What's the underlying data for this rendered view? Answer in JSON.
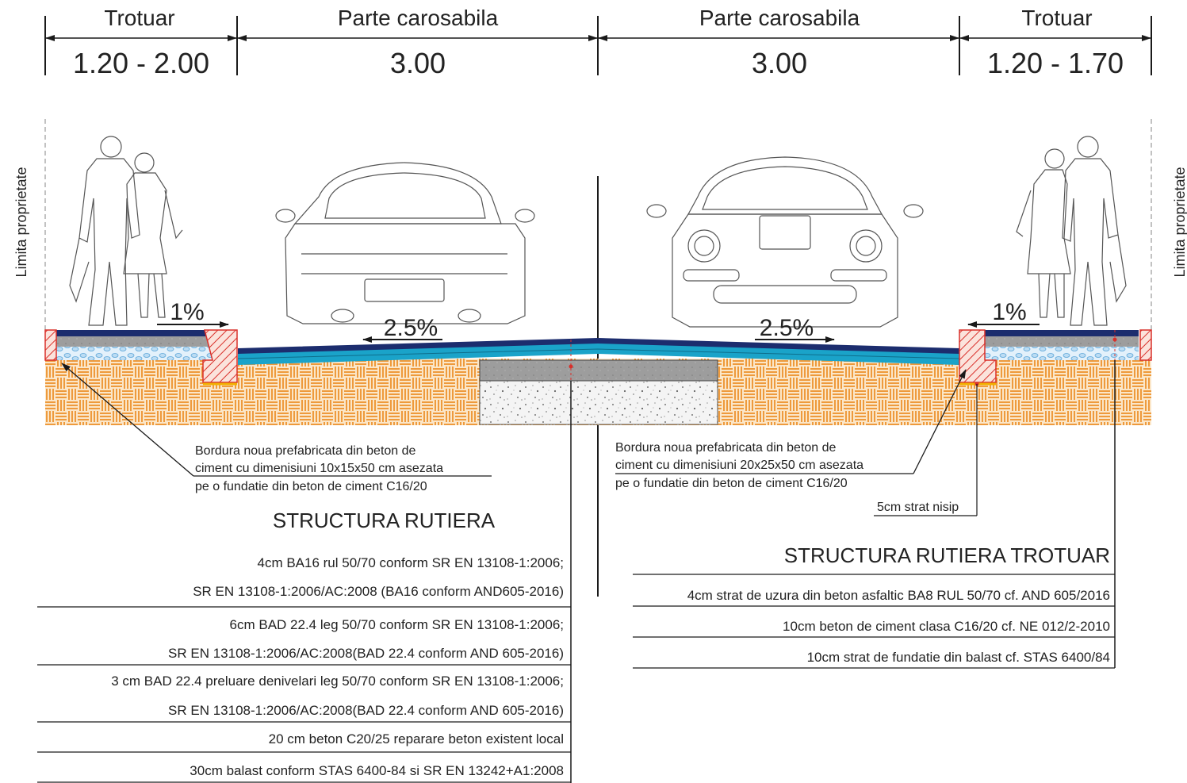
{
  "dimensions": [
    {
      "label": "Trotuar",
      "value": "1.20 - 2.00"
    },
    {
      "label": "Parte carosabila",
      "value": "3.00"
    },
    {
      "label": "Parte carosabila",
      "value": "3.00"
    },
    {
      "label": "Trotuar",
      "value": "1.20 - 1.70"
    }
  ],
  "property_limit": {
    "left": "Limita proprietate",
    "right": "Limita proprietate"
  },
  "slopes": {
    "left_sidewalk": "1%",
    "left_road": "2.5%",
    "right_road": "2.5%",
    "right_sidewalk": "1%"
  },
  "curb_notes": {
    "left": [
      "Bordura noua prefabricata din beton de",
      "ciment cu dimenisiuni 10x15x50 cm asezata",
      "pe o fundatie din beton de ciment C16/20"
    ],
    "right": [
      "Bordura noua prefabricata din beton de",
      "ciment cu dimenisiuni 20x25x50 cm asezata",
      "pe o fundatie din beton de ciment C16/20"
    ],
    "sand": "5cm strat nisip"
  },
  "road_structure": {
    "title": "STRUCTURA RUTIERA",
    "layers": [
      "4cm BA16 rul 50/70 conform SR EN 13108-1:2006;",
      "SR EN 13108-1:2006/AC:2008 (BA16 conform AND605-2016)",
      "6cm BAD 22.4 leg 50/70 conform SR EN 13108-1:2006;",
      "SR EN 13108-1:2006/AC:2008(BAD 22.4 conform AND 605-2016)",
      "3 cm BAD 22.4 preluare denivelari leg 50/70 conform SR EN 13108-1:2006;",
      "SR EN 13108-1:2006/AC:2008(BAD 22.4 conform AND 605-2016)",
      "20 cm beton C20/25 reparare beton existent local",
      "30cm balast conform STAS 6400-84 si SR EN 13242+A1:2008"
    ]
  },
  "sidewalk_structure": {
    "title": "STRUCTURA RUTIERA TROTUAR",
    "layers": [
      "4cm strat de uzura din beton asfaltic BA8 RUL 50/70 cf. AND 605/2016",
      "10cm beton de ciment clasa C16/20 cf. NE 012/2-2010",
      "10cm strat de fundatie din balast cf. STAS 6400/84"
    ]
  },
  "colors": {
    "asphalt_top": "#1c2d6e",
    "asphalt_base": "#1aa3c9",
    "concrete": "#9a9a9a",
    "ballast": "#cfe6f7",
    "subgrade": "#f0a850",
    "curb": "#d9302a"
  },
  "icons": [
    "pedestrian-couple-left-icon",
    "car-rear-icon",
    "car-front-icon",
    "pedestrian-couple-right-icon"
  ]
}
